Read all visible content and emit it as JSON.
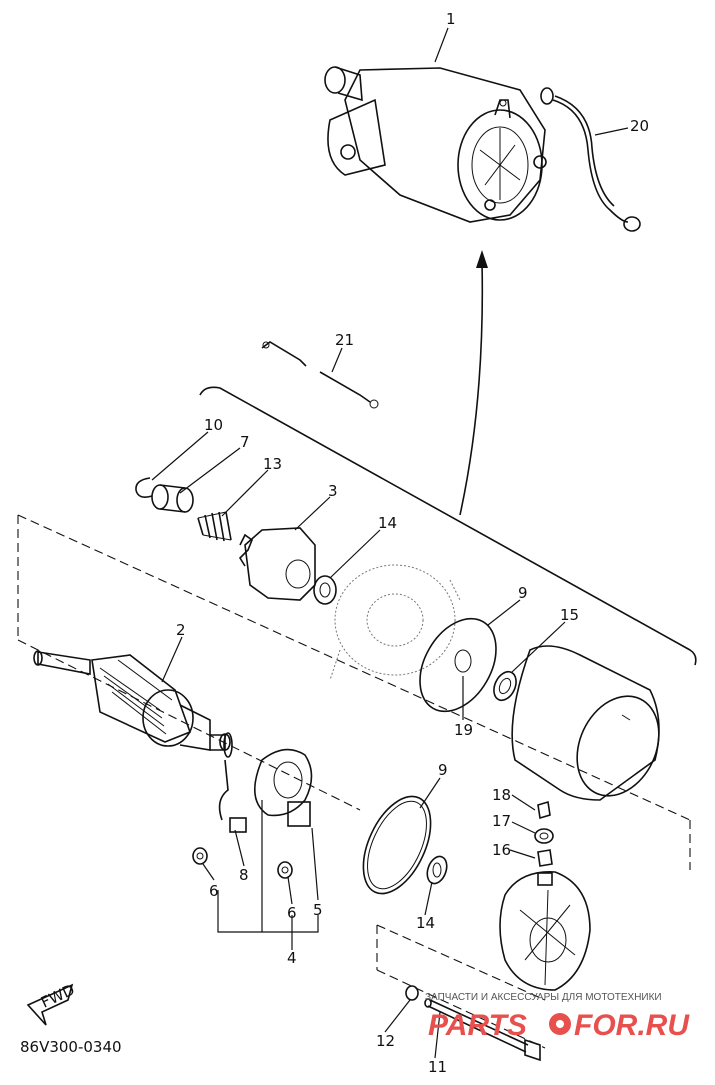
{
  "diagram": {
    "code": "86V300-0340",
    "fwd_label": "FWD",
    "parts": {
      "p1": "1",
      "p2": "2",
      "p3": "3",
      "p4": "4",
      "p5": "5",
      "p6a": "6",
      "p6b": "6",
      "p7": "7",
      "p8": "8",
      "p9a": "9",
      "p9b": "9",
      "p10": "10",
      "p11": "11",
      "p12": "12",
      "p13": "13",
      "p14a": "14",
      "p14b": "14",
      "p15": "15",
      "p16": "16",
      "p17": "17",
      "p18": "18",
      "p19": "19",
      "p20": "20",
      "p21": "21"
    }
  },
  "watermark": {
    "tagline": "ЗАПЧАСТИ И АКСЕССУАРЫ ДЛЯ МОТОТЕХНИКИ",
    "brand_left": "PARTS",
    "brand_right": "FOR.RU"
  }
}
